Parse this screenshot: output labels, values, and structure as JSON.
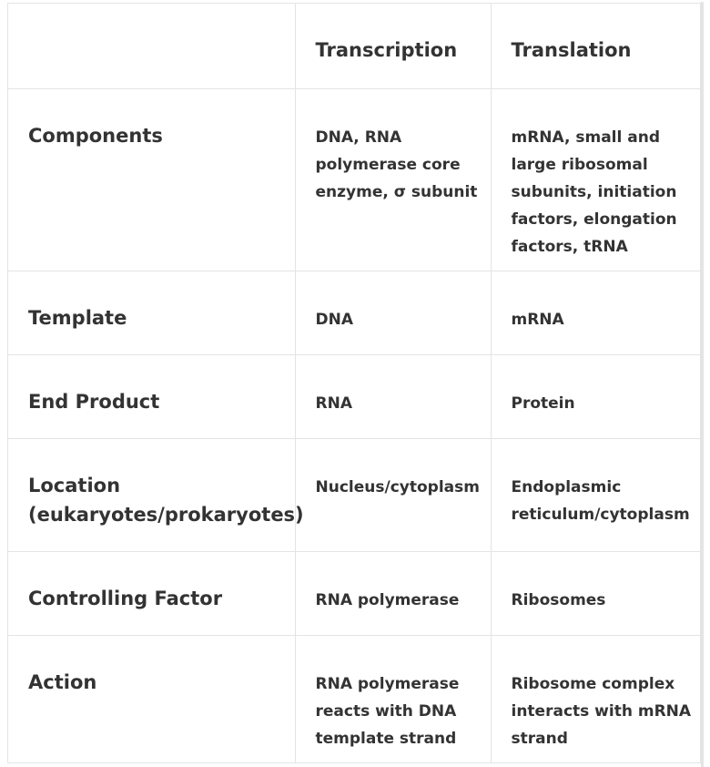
{
  "table": {
    "header": {
      "corner": "",
      "col1": "Transcription",
      "col2": "Translation"
    },
    "rows": [
      {
        "label": "Components",
        "transcription": "DNA, RNA polymerase core enzyme, σ subunit",
        "translation": "mRNA, small and large ribosomal subunits, initiation factors, elongation factors, tRNA"
      },
      {
        "label": "Template",
        "transcription": "DNA",
        "translation": "mRNA"
      },
      {
        "label": "End Product",
        "transcription": "RNA",
        "translation": "Protein"
      },
      {
        "label": "Location (eukaryotes/prokaryotes)",
        "transcription": "Nucleus/cytoplasm",
        "translation": "Endoplasmic reticulum/cytoplasm"
      },
      {
        "label": "Controlling Factor",
        "transcription": "RNA polymerase",
        "translation": "Ribosomes"
      },
      {
        "label": "Action",
        "transcription": "RNA polymerase reacts with DNA template strand",
        "translation": "Ribosome complex interacts with mRNA strand"
      }
    ]
  }
}
